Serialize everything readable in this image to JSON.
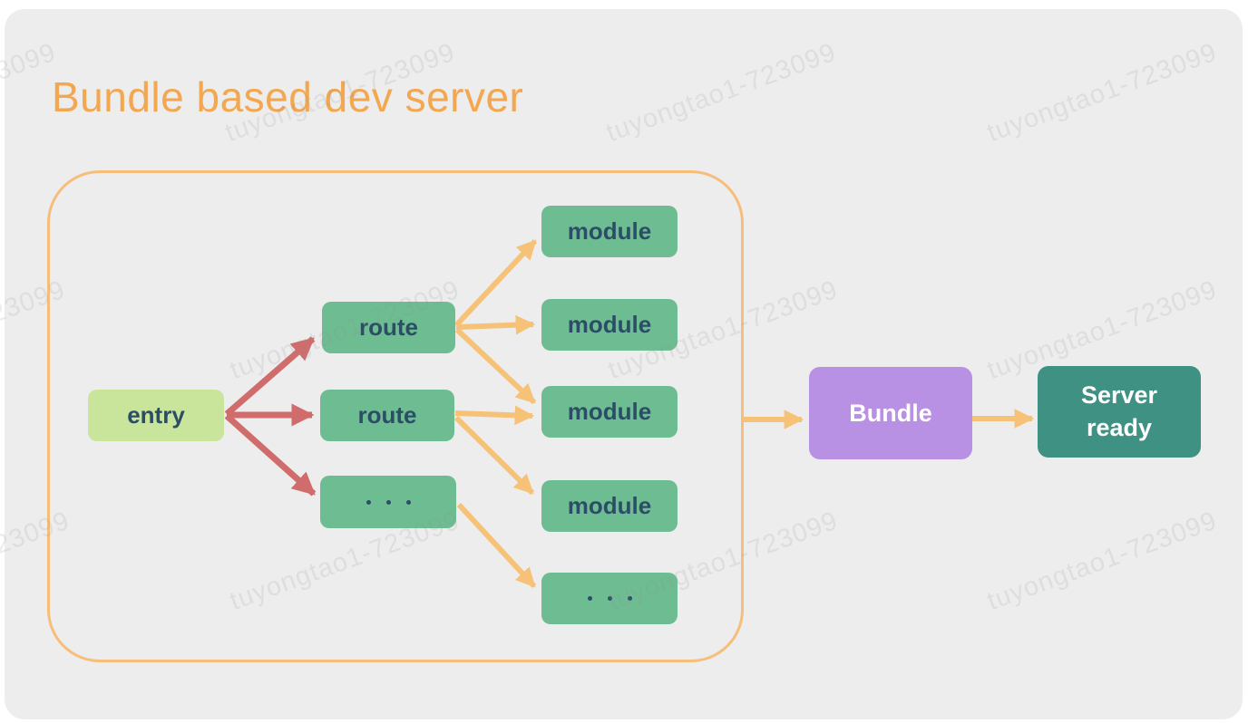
{
  "title": "Bundle based dev server",
  "watermark": {
    "text": "tuyongtao1-723099"
  },
  "diagram": {
    "entry_label": "entry",
    "route_labels": [
      "route",
      "route"
    ],
    "module_labels": [
      "module",
      "module",
      "module",
      "module"
    ],
    "ellipsis": "...",
    "bundle_label": "Bundle",
    "server_ready_label": "Server ready"
  },
  "colors": {
    "page_bg": "#ffffff",
    "panel_bg": "#ededed",
    "title_color": "#f2a750",
    "container_border": "#f6be7a",
    "arrow_orange": "#f6c278",
    "arrow_red": "#d16c6c",
    "entry_bg": "#c9e49b",
    "node_green": "#6ebd92",
    "node_text_dark": "#2b4e66",
    "bundle_bg": "#b890e4",
    "server_bg": "#3f9183",
    "node_text_light": "#ffffff",
    "watermark_color": "rgba(140,140,140,0.16)"
  }
}
